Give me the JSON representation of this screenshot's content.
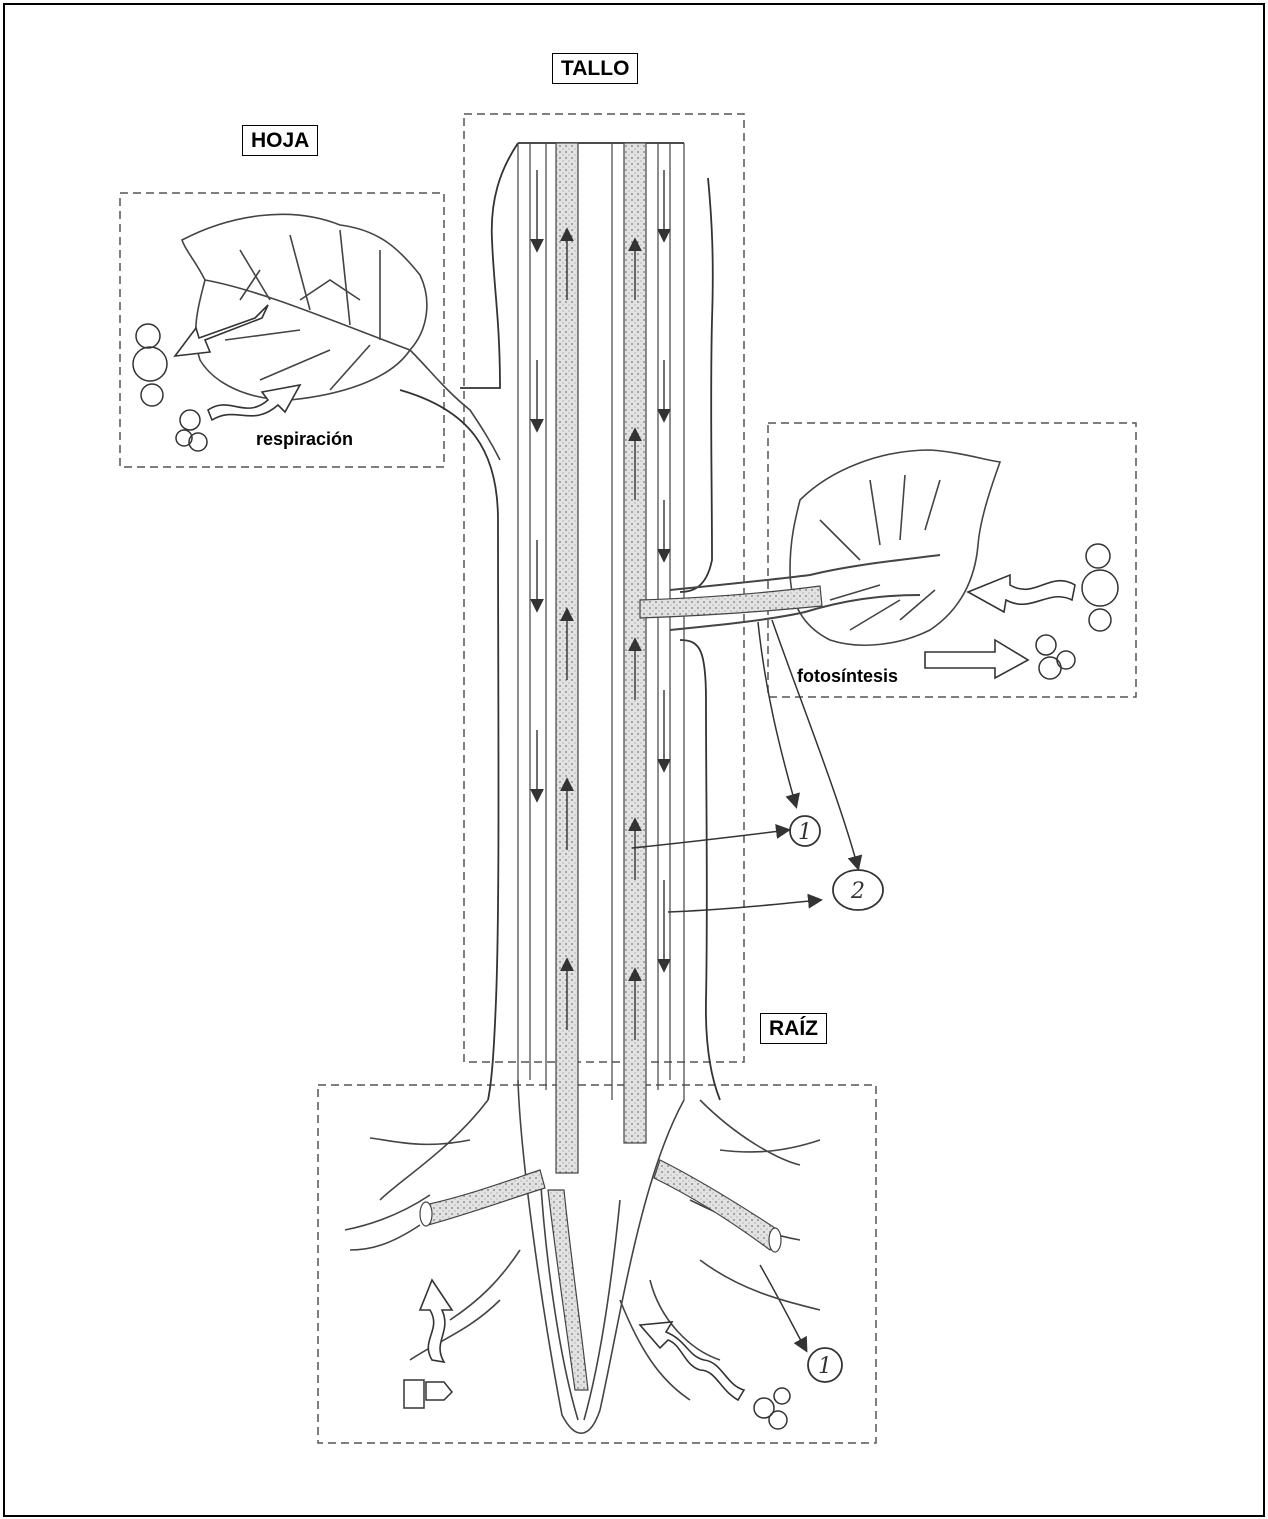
{
  "labels": {
    "tallo": "TALLO",
    "hoja": "HOJA",
    "raiz": "RAÍZ"
  },
  "captions": {
    "respiracion": "respiración",
    "fotosintesis": "fotosíntesis"
  },
  "callouts": {
    "one": "1",
    "two": "2",
    "one_root": "1"
  },
  "colors": {
    "ink": "#333333",
    "dashed_box": "#555555",
    "vessel_fill": "#dcdcdc"
  },
  "icons": [
    "molecule-cluster-icon",
    "arrow-icon",
    "wavy-arrow-icon",
    "mineral-block-icon"
  ]
}
